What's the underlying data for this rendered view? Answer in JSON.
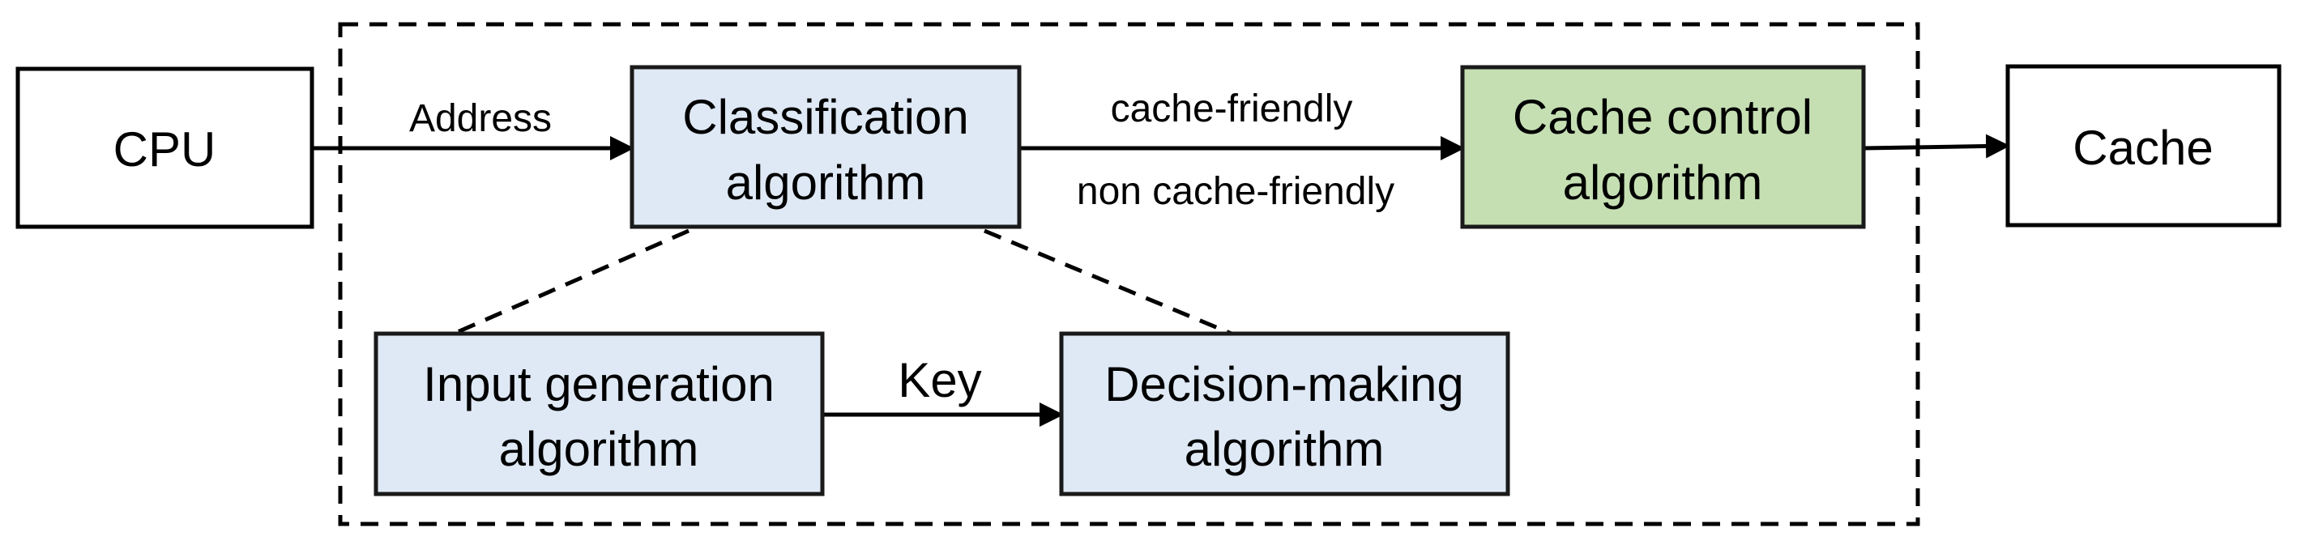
{
  "diagram": {
    "nodes": {
      "cpu": {
        "label": "CPU"
      },
      "classification": {
        "line1": "Classification",
        "line2": "algorithm"
      },
      "cache_control": {
        "line1": "Cache control",
        "line2": "algorithm"
      },
      "cache": {
        "label": "Cache"
      },
      "input_generation": {
        "line1": "Input generation",
        "line2": "algorithm"
      },
      "decision_making": {
        "line1": "Decision-making",
        "line2": "algorithm"
      }
    },
    "edges": {
      "address": "Address",
      "cache_friendly": "cache-friendly",
      "non_cache_friendly": "non cache-friendly",
      "key": "Key"
    },
    "colors": {
      "blue_fill": "#dfe9f5",
      "green_fill": "#c5dfb3",
      "white_fill": "#ffffff",
      "stroke": "#000000"
    }
  }
}
